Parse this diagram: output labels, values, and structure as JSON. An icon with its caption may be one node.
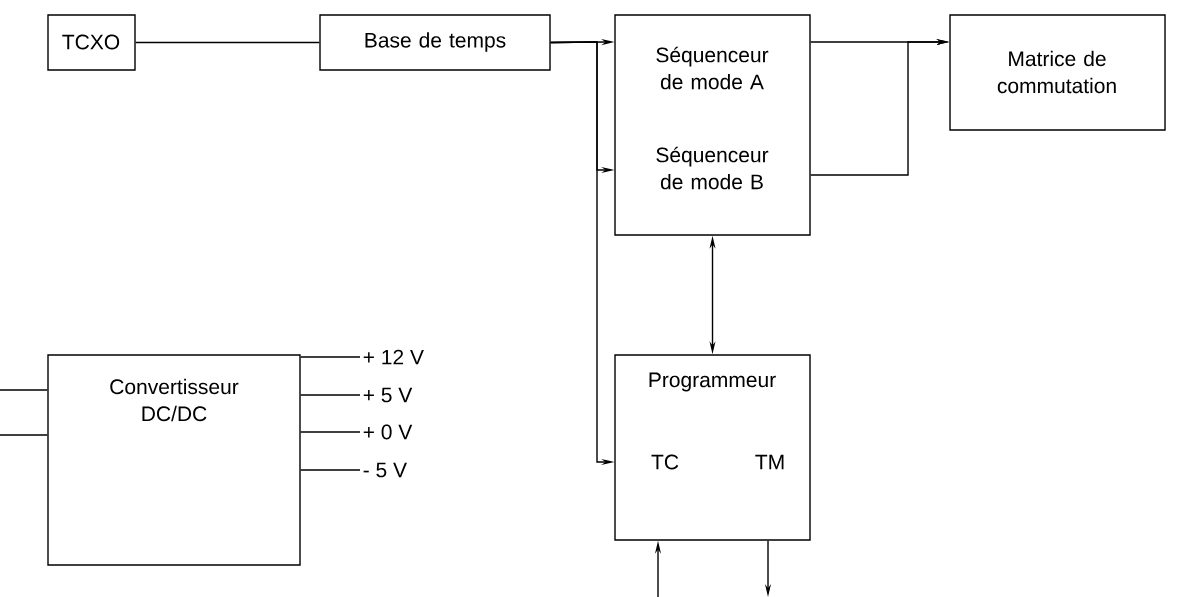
{
  "diagram": {
    "nodes": [
      {
        "text": [
          "TCXO"
        ]
      },
      {
        "text": [
          "Base de temps"
        ]
      },
      {
        "text": [
          "Séquenceur de mode A",
          "Séquenceur de mode B"
        ]
      },
      {
        "text": [
          "Matrice de commutation"
        ]
      },
      {
        "text": [
          "Convertisseur DC/DC"
        ]
      },
      {
        "text": [
          "Programmeur",
          "TC",
          "TM"
        ]
      },
      {
        "text": [
          "+ 12 V"
        ]
      },
      {
        "text": [
          "+ 5 V"
        ]
      },
      {
        "text": [
          "+ 0 V"
        ]
      },
      {
        "text": [
          "- 5 V"
        ]
      }
    ],
    "edges": [
      {
        "from": 0,
        "to": 1,
        "arrow": "none"
      },
      {
        "from": 1,
        "to": 2,
        "arrow": "to"
      },
      {
        "from": 1,
        "to": 2,
        "arrow": "to"
      },
      {
        "from": 1,
        "to": 5,
        "arrow": "to"
      },
      {
        "from": 2,
        "to": 3,
        "arrow": "to"
      },
      {
        "from": 2,
        "to": 3,
        "arrow": "to"
      },
      {
        "from": 2,
        "to": 5,
        "arrow": "both"
      },
      {
        "from": 4,
        "to": 6,
        "arrow": "none"
      },
      {
        "from": 4,
        "to": 7,
        "arrow": "none"
      },
      {
        "from": 4,
        "to": 8,
        "arrow": "none"
      },
      {
        "from": 4,
        "to": 9,
        "arrow": "none"
      },
      {
        "from": null,
        "to": 4,
        "arrow": "none"
      },
      {
        "from": null,
        "to": 4,
        "arrow": "none"
      },
      {
        "from": null,
        "to": 5,
        "arrow": "to"
      },
      {
        "from": 5,
        "to": null,
        "arrow": "to"
      }
    ]
  }
}
